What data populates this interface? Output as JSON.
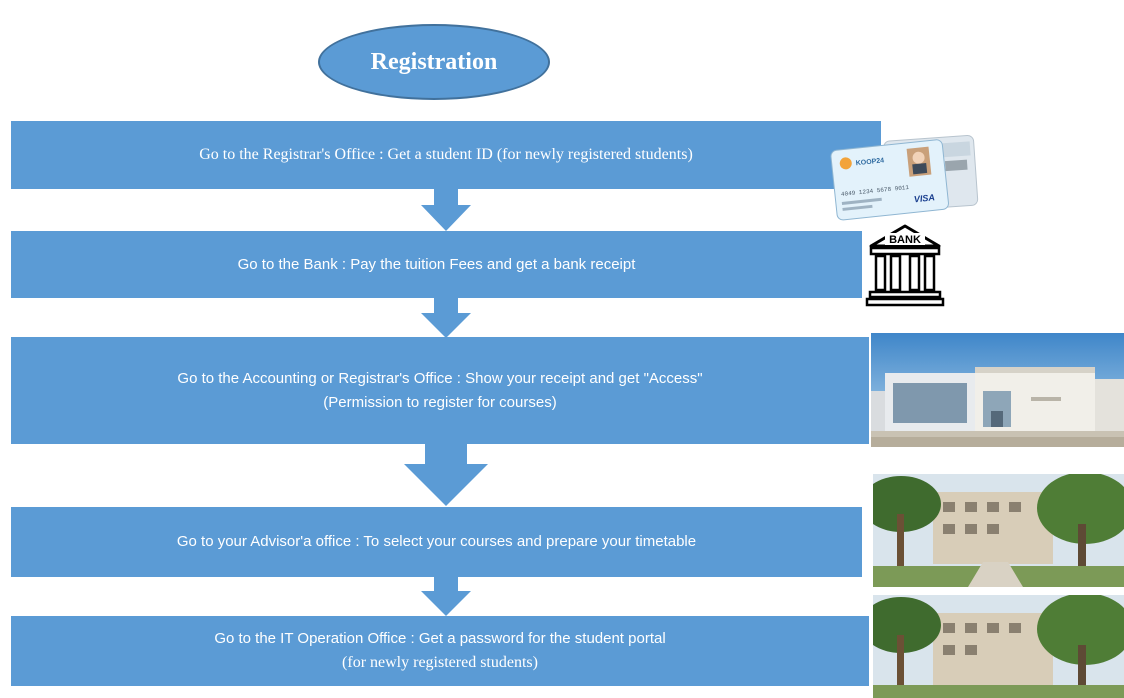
{
  "title": "Registration",
  "steps": [
    {
      "line1": "Go to the Registrar's Office : Get a student ID (for newly registered students)",
      "line2": ""
    },
    {
      "line1": "Go to the Bank : Pay the tuition Fees and get a bank receipt",
      "line2": ""
    },
    {
      "line1": "Go to the Accounting or Registrar's Office : Show your receipt and get \"Access\"",
      "line2": "(Permission to register for courses)"
    },
    {
      "line1": "Go to your Advisor'a office : To select your courses and prepare your timetable",
      "line2": ""
    },
    {
      "line1": "Go to the IT Operation Office : Get a password for the student portal",
      "line2": "(for newly registered students)"
    }
  ],
  "images": {
    "card_brand": "KOOP24",
    "card_number": "4049 1234 5678 9011",
    "card_network": "VISA",
    "bank_sign": "BANK"
  },
  "colors": {
    "box": "#5b9bd5",
    "border": "#41719c",
    "text": "#ffffff"
  }
}
